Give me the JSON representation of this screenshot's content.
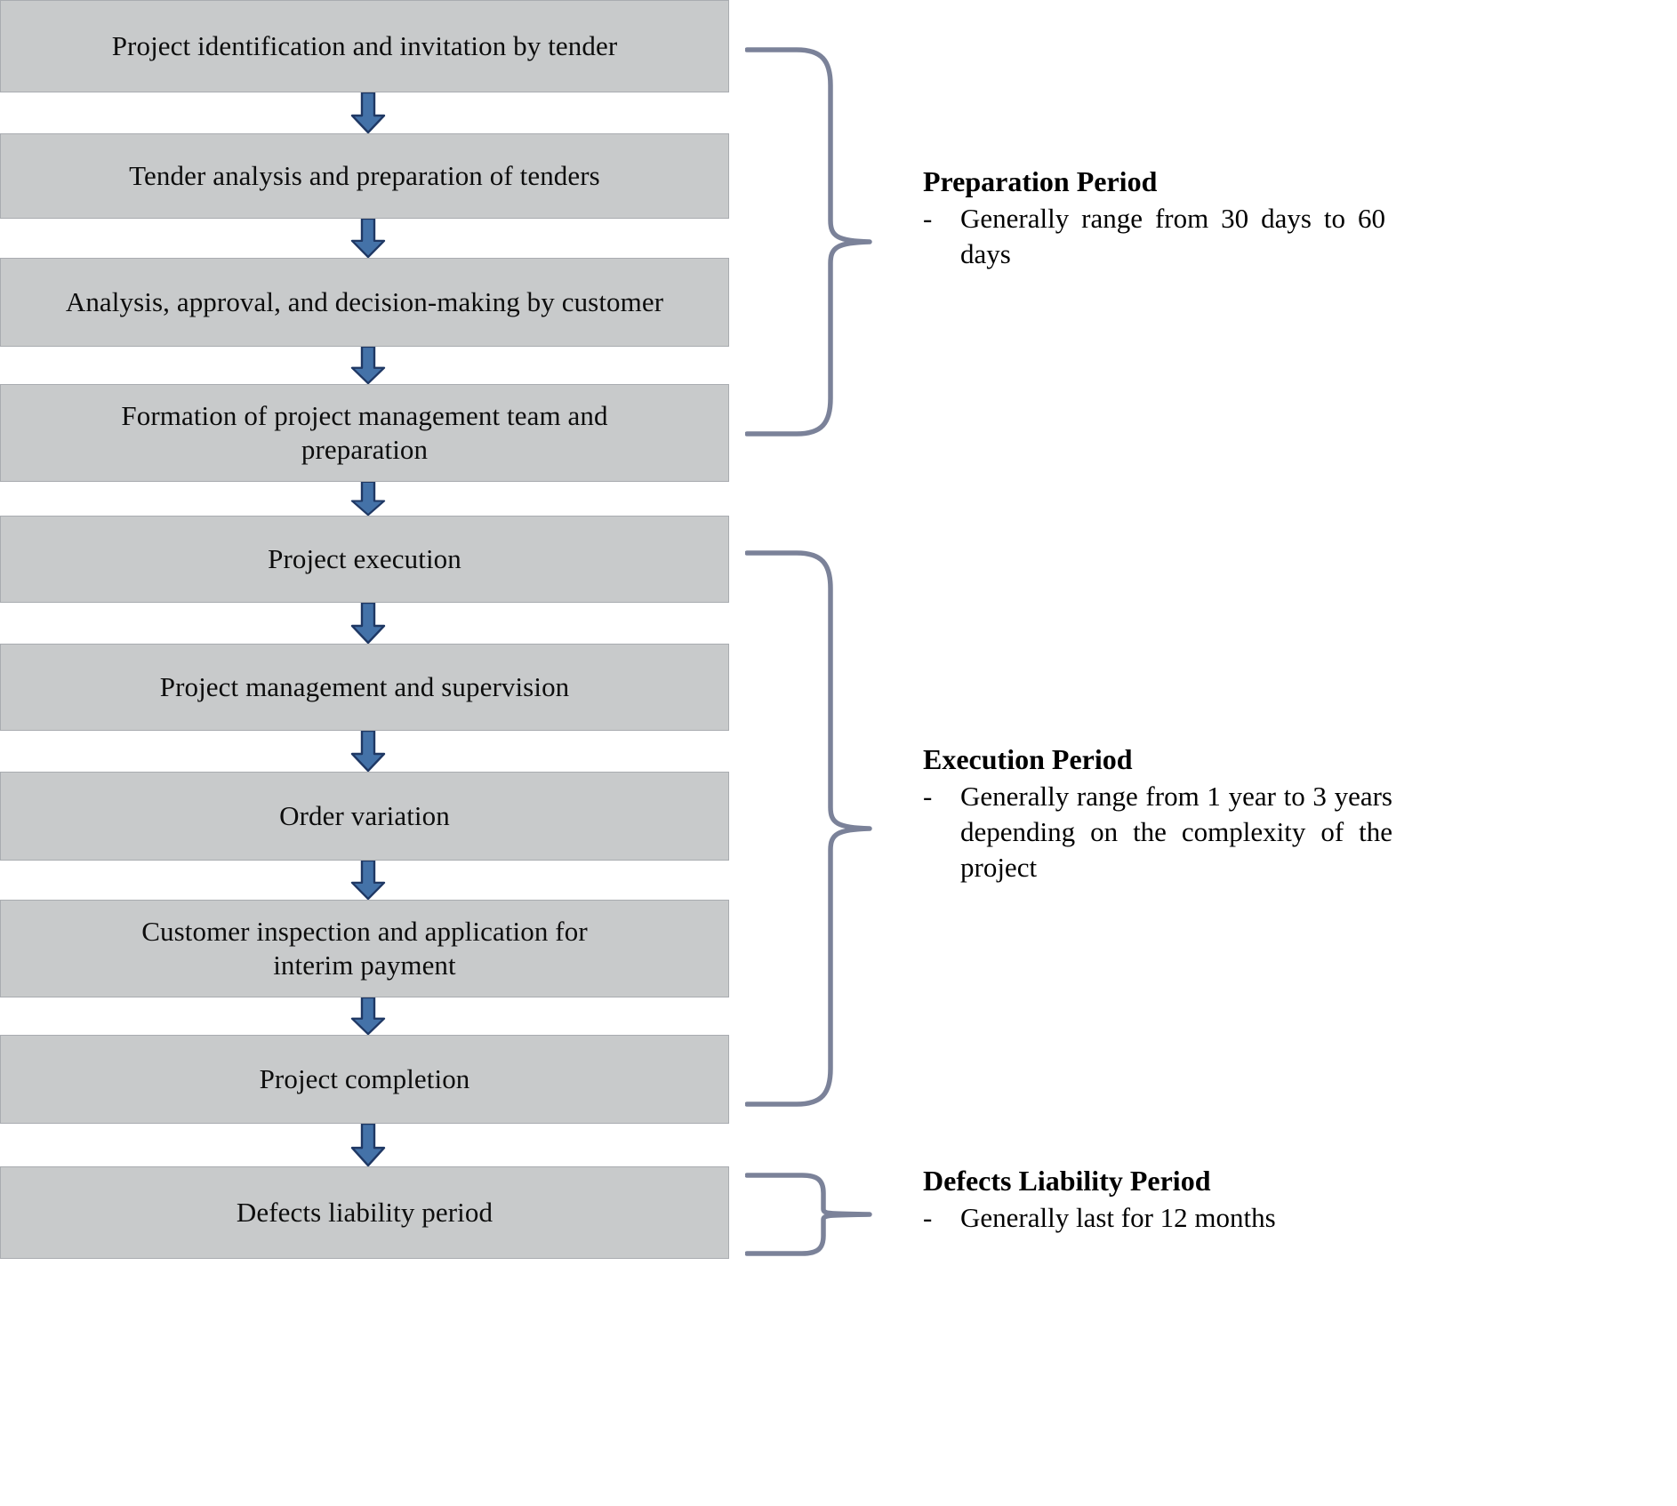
{
  "diagram": {
    "title": "Construction project lifecycle flowchart",
    "colors": {
      "box_fill": "#c8cacb",
      "box_border": "#a9acb0",
      "arrow_fill": "#4472a8",
      "arrow_stroke": "#1f3864",
      "brace": "#7b8299",
      "text": "#0d0d0d"
    },
    "steps": [
      {
        "id": "step-1",
        "lines": [
          "Project identification and invitation by tender"
        ]
      },
      {
        "id": "step-2",
        "lines": [
          "Tender analysis and preparation of tenders"
        ]
      },
      {
        "id": "step-3",
        "lines": [
          "Analysis, approval, and decision-making by customer"
        ]
      },
      {
        "id": "step-4",
        "lines": [
          "Formation of project management team and",
          "preparation"
        ]
      },
      {
        "id": "step-5",
        "lines": [
          "Project execution"
        ]
      },
      {
        "id": "step-6",
        "lines": [
          "Project management and supervision"
        ]
      },
      {
        "id": "step-7",
        "lines": [
          "Order variation"
        ]
      },
      {
        "id": "step-8",
        "lines": [
          "Customer inspection and application for",
          "interim payment"
        ]
      },
      {
        "id": "step-9",
        "lines": [
          "Project completion"
        ]
      },
      {
        "id": "step-10",
        "lines": [
          "Defects liability period"
        ]
      }
    ],
    "phases": [
      {
        "id": "preparation",
        "title": "Preparation Period",
        "bullet_marker": "-",
        "bullet_text": "Generally range from 30 days to 60 days"
      },
      {
        "id": "execution",
        "title": "Execution Period",
        "bullet_marker": "-",
        "bullet_text": "Generally range from 1 year to 3 years depending on the complexity of the project"
      },
      {
        "id": "defects-liability",
        "title": "Defects Liability Period",
        "bullet_marker": "-",
        "bullet_text": "Generally last for 12 months"
      }
    ],
    "connectors": [
      {
        "id": "arrow-1",
        "icon": "down-arrow-icon"
      },
      {
        "id": "arrow-2",
        "icon": "down-arrow-icon"
      },
      {
        "id": "arrow-3",
        "icon": "down-arrow-icon"
      },
      {
        "id": "arrow-4",
        "icon": "down-arrow-icon"
      },
      {
        "id": "arrow-5",
        "icon": "down-arrow-icon"
      },
      {
        "id": "arrow-6",
        "icon": "down-arrow-icon"
      },
      {
        "id": "arrow-7",
        "icon": "down-arrow-icon"
      },
      {
        "id": "arrow-8",
        "icon": "down-arrow-icon"
      },
      {
        "id": "arrow-9",
        "icon": "down-arrow-icon"
      }
    ]
  }
}
